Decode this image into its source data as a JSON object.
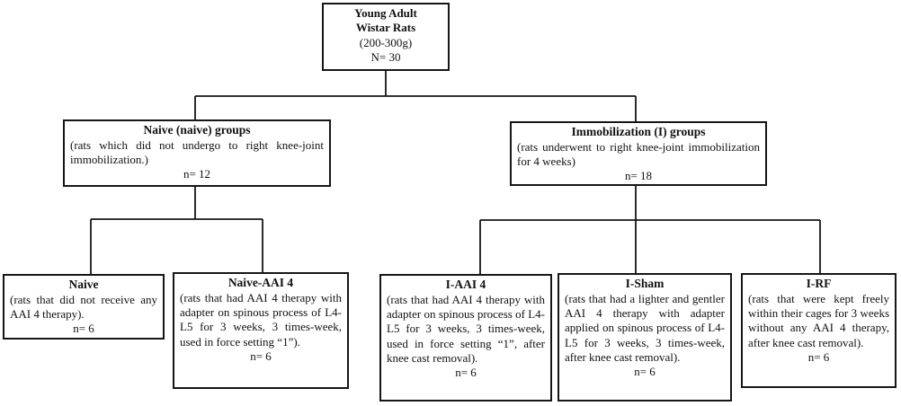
{
  "figure": {
    "root": {
      "line1": "Young Adult",
      "line2": "Wistar Rats",
      "line3": "(200-300g)",
      "line4": "N= 30"
    },
    "naive_group": {
      "title": "Naive (naive) groups",
      "body": "(rats which did not undergo to right knee-joint immobilization.)",
      "n": "n= 12"
    },
    "immobilization_group": {
      "title": "Immobilization (I) groups",
      "body": "(rats underwent to right knee-joint immobilization for 4 weeks)",
      "n": "n= 18"
    },
    "naive": {
      "title": "Naive",
      "body": "(rats that did not receive any AAI 4 therapy).",
      "n": "n= 6"
    },
    "naive_aai4": {
      "title": "Naive-AAI 4",
      "body": "(rats that had AAI 4 therapy with adapter on spinous process of L4-L5 for 3 weeks, 3 times-week, used in force setting “1”).",
      "n": "n= 6"
    },
    "i_aai4": {
      "title": "I-AAI 4",
      "body": "(rats that had AAI 4 therapy with adapter on spinous process of L4-L5 for 3 weeks, 3 times-week, used in force setting “1”, after knee cast removal).",
      "n": "n= 6"
    },
    "i_sham": {
      "title": "I-Sham",
      "body": "(rats that had a lighter and gentler AAI 4 therapy with adapter applied on spinous process of L4-L5 for 3 weeks, 3 times-week, after knee cast removal).",
      "n": "n= 6"
    },
    "i_rf": {
      "title": "I-RF",
      "body": "(rats that were kept freely within their cages for 3 weeks without any AAI 4 therapy, after knee cast removal).",
      "n": "n= 6"
    }
  }
}
